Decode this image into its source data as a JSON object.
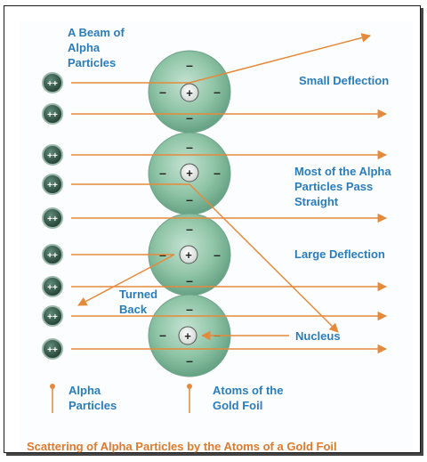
{
  "labels": {
    "beam": "A Beam of Alpha Particles",
    "small_deflection": "Small Deflection",
    "most_pass": "Most of the Alpha Particles Pass Straight",
    "large_deflection": "Large Deflection",
    "turned_back": "Turned Back",
    "nucleus": "Nucleus"
  },
  "legend": {
    "alpha": "Alpha Particles",
    "atoms": "Atoms of the Gold Foil"
  },
  "caption": "Scattering of Alpha Particles by the Atoms of a Gold Foil",
  "symbols": {
    "alpha_charge": "++",
    "nucleus_charge": "+",
    "electron": "–"
  },
  "colors": {
    "label_blue": "#2a7dbd",
    "arrow_orange": "#e58a3a",
    "atom_green": "#8fc4a6",
    "alpha_dark": "#2e4b3f"
  }
}
